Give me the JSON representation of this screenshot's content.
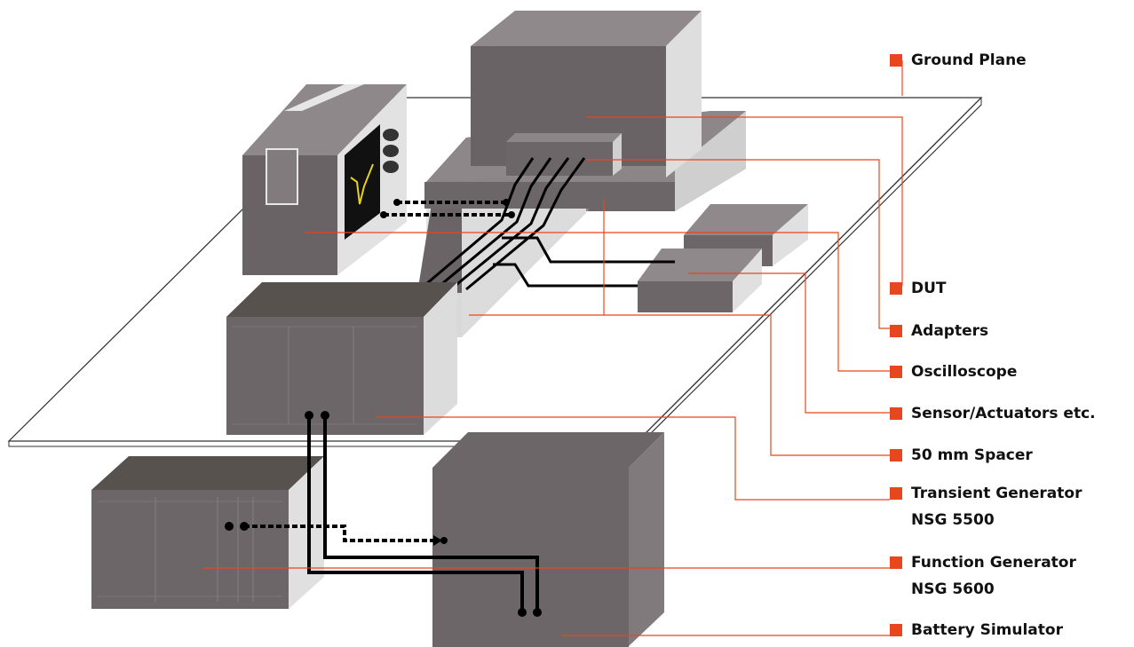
{
  "accent_color": "#e8461e",
  "box_color": "#696265",
  "labels": {
    "ground_plane": "Ground Plane",
    "dut": "DUT",
    "adapters": "Adapters",
    "oscilloscope": "Oscilloscope",
    "sensor": "Sensor/Actuators etc.",
    "spacer": "50 mm Spacer",
    "transient_1": "Transient Generator",
    "transient_2": "NSG 5500",
    "function_1": "Function Generator",
    "function_2": "NSG 5600",
    "battery": "Battery Simulator"
  }
}
